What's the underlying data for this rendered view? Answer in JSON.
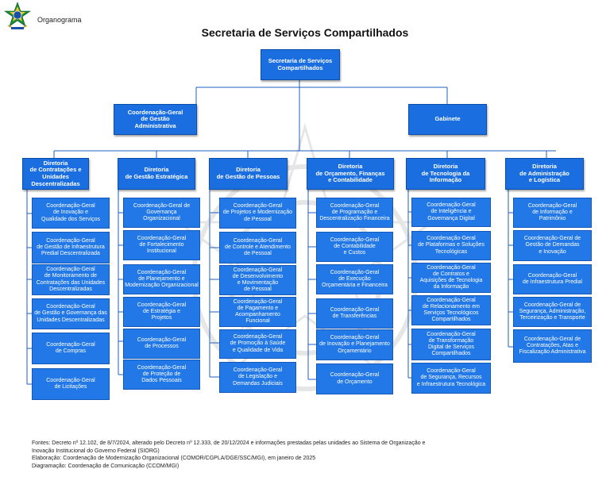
{
  "header": {
    "label": "Organograma"
  },
  "title": "Secretaria de Serviços Compartilhados",
  "root": "Secretaria de Serviços\nCompartilhados",
  "level2": {
    "left": "Coordenação-Geral\nde Gestão\nAdministrativa",
    "right": "Gabinete"
  },
  "directorates": [
    {
      "title": "Diretoria\nde Contratações e\nUnidades\nDescentralizadas",
      "items": [
        "Coordenação-Geral\nde Inovação e\nQualidade dos Serviços",
        "Coordenação-Geral\nde Gestão de Infraestrutura\nPredial Descentralizada",
        "Coordenação-Geral\nde Monitoramento de\nContratações das Unidades\nDescentralizadas",
        "Coordenação-Geral\nde Gestão e Governança das\nUnidades Descentralizadas",
        "Coordenação-Geral\nde Compras",
        "Coordenação-Geral\nde Licitações"
      ]
    },
    {
      "title": "Diretoria\nde Gestão Estratégica",
      "items": [
        "Coordenação-Geral de\nGovernança\nOrganizacional",
        "Coordenação-Geral\nde Fortalecimento\nInstitucional",
        "Coordenação-Geral\nde Planejamento e\nModernização Organizacional",
        "Coordenação-Geral\nde Estratégia e\nProjetos",
        "Coordenação-Geral\nde Processos",
        "Coordenação-Geral\nde Proteção de\nDados Pessoais"
      ]
    },
    {
      "title": "Diretoria\nde Gestão de Pessoas",
      "items": [
        "Coordenação-Geral\nde Projetos e Modernização\nde Pessoal",
        "Coordenação-Geral\nde Controle e Atendimento\nde Pessoal",
        "Coordenação-Geral\nde Desenvolvimento\ne Movimentação\nde Pessoal",
        "Coordenação-Geral\nde Pagamento e\nAcompanhamento\nFuncional",
        "Coordenação-Geral\nde Promoção à Saúde\ne Qualidade de Vida",
        "Coordenação-Geral\nde Legislação e\nDemandas Judiciais"
      ]
    },
    {
      "title": "Diretoria\nde Orçamento, Finanças\ne Contabilidade",
      "items": [
        "Coordenação-Geral\nde Programação e\nDescentralização Financeira",
        "Coordenação-Geral\nde Contabilidade\ne Custos",
        "Coordenação-Geral\nde Execução\nOrçamentária e Financeira",
        "Coordenação-Geral\nde Transferências",
        "Coordenação-Geral\nde Inovação e Planejamento\nOrçamentário",
        "Coordenação-Geral\nde Orçamento"
      ]
    },
    {
      "title": "Diretoria\nde Tecnologia da\nInformação",
      "items": [
        "Coordenação-Geral\nde Inteligência e\nGovernança Digital",
        "Coordenação-Geral\nde Plataformas e Soluções\nTecnológicas",
        "Coordenação-Geral\nde Contratos e\nAquisições de Tecnologia\nda Informação",
        "Coordenação-Geral\nde Relacionamento em\nServiços Tecnológicos\nCompartilhados",
        "Coordenação-Geral\nde Transformação\nDigital de Serviços\nCompartilhados",
        "Coordenação-Geral\nde Segurança, Recursos\ne Infraestrutura Tecnológica"
      ]
    },
    {
      "title": "Diretoria\nde Administração\ne Logística",
      "items": [
        "Coordenação-Geral\nde Informação e\nPatrimônio",
        "Coordenação-Geral de\nGestão de Demandas\ne Inovação",
        "Coordenação-Geral\nde Infraestrutura Predial",
        "Coordenação-Geral de\nSegurança, Administração,\nTerceirização e Transporte",
        "Coordenação-Geral de\nContratações, Atas e\nFiscalização Administrativa"
      ]
    }
  ],
  "footer": [
    "Fontes: Decreto nº 12.102, de 8/7/2024, alterado pelo Decreto nº 12.333, de 20/12/2024 e informações prestadas pelas unidades ao Sistema de Organização e",
    "Inovação Institucional do Governo Federal (SIORG)",
    "Elaboração: Coordenação de Modernização Organizacional (COMOR/CGPLA/DGE/SSC/MGI), em janeiro de 2025",
    "Diagramação: Coordenação de Comunicação (CCOM/MGI)"
  ],
  "colors": {
    "box": "#1a6ee0",
    "line": "#1c5fbf"
  }
}
